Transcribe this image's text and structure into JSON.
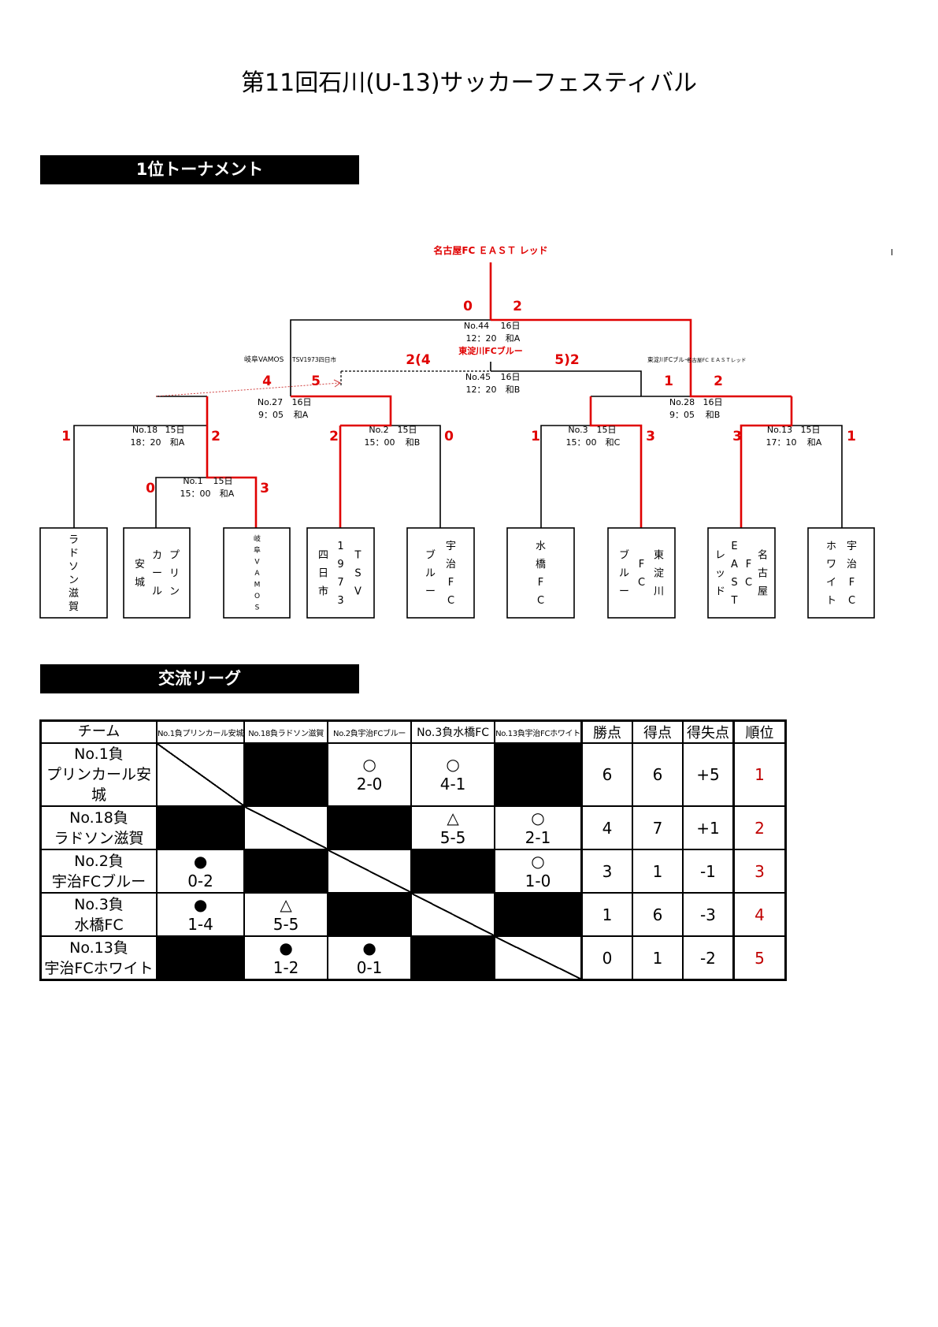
{
  "title": "第11回石川(U-13)サッカーフェスティバル",
  "colors": {
    "advance": "#e00000",
    "line": "#000000"
  },
  "tournament": {
    "heading": "1位トーナメント",
    "champion": "名古屋FC ＥＡＳＴ レッド",
    "stray_mark": "l",
    "teams": [
      {
        "cols": [
          "ラドソン滋賀"
        ]
      },
      {
        "cols": [
          "プリン",
          "カール",
          "安城"
        ]
      },
      {
        "cols": [
          "岐阜VAMOS"
        ]
      },
      {
        "cols": [
          "TSV",
          "1973",
          "四日市"
        ]
      },
      {
        "cols": [
          "宇治FC",
          "ブルー"
        ]
      },
      {
        "cols": [
          "水橋FC"
        ]
      },
      {
        "cols": [
          "東淀川",
          "FC",
          "ブルー"
        ]
      },
      {
        "cols": [
          "名古屋",
          "FC",
          "EAST",
          "レッド"
        ]
      },
      {
        "cols": [
          "宇治FC",
          "ホワイト"
        ]
      }
    ],
    "matches": {
      "no1": {
        "no": "No.1",
        "day": "15日",
        "time": "15：00",
        "field": "和A",
        "left": "0",
        "right": "3"
      },
      "no18": {
        "no": "No.18",
        "day": "15日",
        "time": "18：20",
        "field": "和A",
        "left": "1",
        "right": "2"
      },
      "no2": {
        "no": "No.2",
        "day": "15日",
        "time": "15：00",
        "field": "和B",
        "left": "2",
        "right": "0"
      },
      "no3": {
        "no": "No.3",
        "day": "15日",
        "time": "15：00",
        "field": "和C",
        "left": "1",
        "right": "3"
      },
      "no13": {
        "no": "No.13",
        "day": "15日",
        "time": "17：10",
        "field": "和A",
        "left": "3",
        "right": "1"
      },
      "no27": {
        "no": "No.27",
        "day": "16日",
        "time": "9：05",
        "field": "和A",
        "left": "4",
        "right": "5"
      },
      "no28": {
        "no": "No.28",
        "day": "16日",
        "time": "9：05",
        "field": "和B",
        "left": "1",
        "right": "2"
      },
      "no44": {
        "no": "No.44",
        "day": "16日",
        "time": "12：20",
        "field": "和A",
        "left": "0",
        "right": "2"
      },
      "no45": {
        "no": "No.45",
        "day": "16日",
        "time": "12：20",
        "field": "和B",
        "left": "2(4",
        "right": "5)2",
        "winner": "東淀川FCブルー"
      }
    },
    "semi_left_label_a": "岐阜VAMOS",
    "semi_left_label_b": "TSV1973四日市",
    "semi_right_label_a": "東淀川FCブルー",
    "semi_right_label_b": "名古屋FC ＥＡＳＴレッド"
  },
  "league": {
    "heading": "交流リーグ",
    "headers": {
      "team": "チーム",
      "opponents": [
        "No.1負プリンカール安城",
        "No.18負ラドソン滋賀",
        "No.2負宇治FCブルー",
        "No.3負水橋FC",
        "No.13負宇治FCホワイト"
      ],
      "points": "勝点",
      "goals": "得点",
      "diff": "得失点",
      "rank": "順位"
    },
    "rows": [
      {
        "line1": "No.1負",
        "line2": "プリンカール安城",
        "cells": [
          {
            "t": "diag"
          },
          {
            "t": "black"
          },
          {
            "t": "res",
            "mark": "○",
            "score": "2-0"
          },
          {
            "t": "res",
            "mark": "○",
            "score": "4-1"
          },
          {
            "t": "black"
          }
        ],
        "points": "6",
        "goals": "6",
        "diff": "+5",
        "rank": "1"
      },
      {
        "line1": "No.18負",
        "line2": "ラドソン滋賀",
        "cells": [
          {
            "t": "black"
          },
          {
            "t": "diag"
          },
          {
            "t": "black"
          },
          {
            "t": "res",
            "mark": "△",
            "score": "5-5"
          },
          {
            "t": "res",
            "mark": "○",
            "score": "2-1"
          }
        ],
        "points": "4",
        "goals": "7",
        "diff": "+1",
        "rank": "2"
      },
      {
        "line1": "No.2負",
        "line2": "宇治FCブルー",
        "cells": [
          {
            "t": "res",
            "mark": "●",
            "score": "0-2"
          },
          {
            "t": "black"
          },
          {
            "t": "diag"
          },
          {
            "t": "black"
          },
          {
            "t": "res",
            "mark": "○",
            "score": "1-0"
          }
        ],
        "points": "3",
        "goals": "1",
        "diff": "-1",
        "rank": "3"
      },
      {
        "line1": "No.3負",
        "line2": "水橋FC",
        "cells": [
          {
            "t": "res",
            "mark": "●",
            "score": "1-4"
          },
          {
            "t": "res",
            "mark": "△",
            "score": "5-5"
          },
          {
            "t": "black"
          },
          {
            "t": "diag"
          },
          {
            "t": "black"
          }
        ],
        "points": "1",
        "goals": "6",
        "diff": "-3",
        "rank": "4"
      },
      {
        "line1": "No.13負",
        "line2": "宇治FCホワイト",
        "cells": [
          {
            "t": "black"
          },
          {
            "t": "res",
            "mark": "●",
            "score": "1-2"
          },
          {
            "t": "res",
            "mark": "●",
            "score": "0-1"
          },
          {
            "t": "black"
          },
          {
            "t": "diag"
          }
        ],
        "points": "0",
        "goals": "1",
        "diff": "-2",
        "rank": "5"
      }
    ]
  }
}
